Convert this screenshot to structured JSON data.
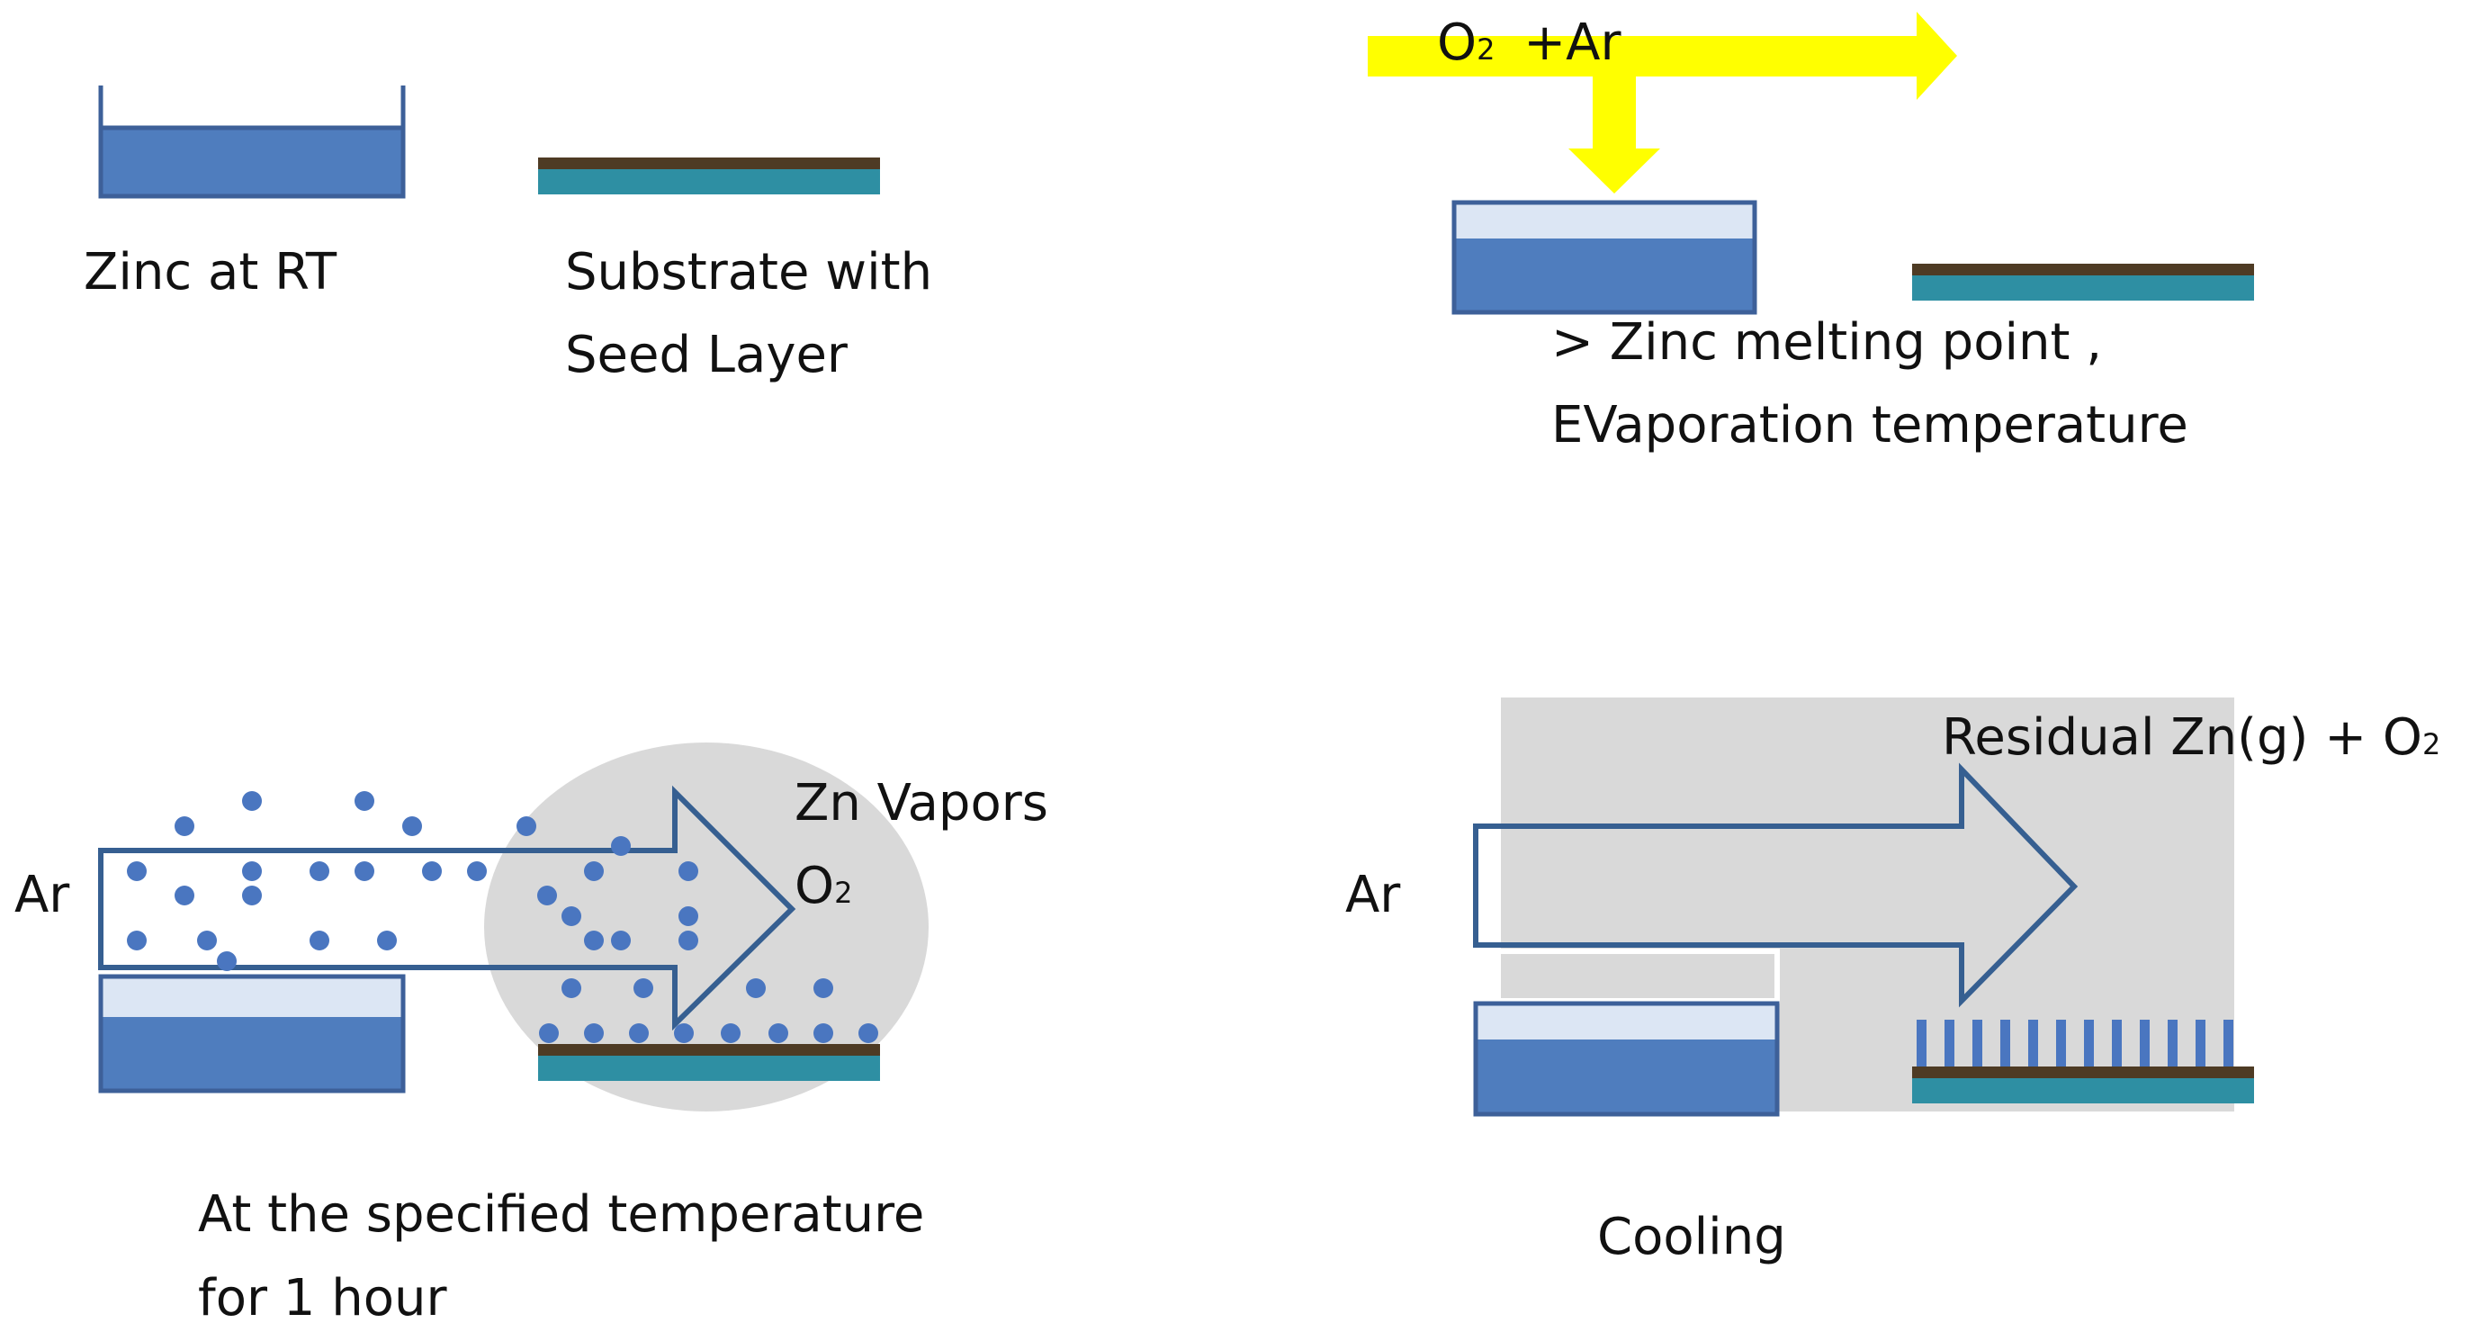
{
  "panel1": {
    "zinc_label": "Zinc at RT",
    "substrate_label_line1": "Substrate with",
    "substrate_label_line2": "Seed Layer"
  },
  "panel2": {
    "gas_main": "O",
    "gas_sub": "2",
    "gas_suffix": "+Ar",
    "note_line1": "> Zinc melting point ,",
    "note_line2": "EVaporation temperature"
  },
  "panel3": {
    "ar_label": "Ar",
    "vapor_label": "Zn Vapors",
    "o2_main": "O",
    "o2_sub": "2",
    "caption_line1": "At the specified temperature",
    "caption_line2": "for 1 hour"
  },
  "panel4": {
    "ar_label": "Ar",
    "residual_prefix": "Residual Zn(g) + O",
    "residual_sub": "2",
    "caption": "Cooling"
  },
  "colors": {
    "zinc_blue": "#4F7DBE",
    "zinc_edge": "#3D6099",
    "melt_top": "#DCE6F4",
    "substrate_teal": "#2E8FA3",
    "seed_brown": "#4E3B24",
    "arrow_yellow": "#FFFF00",
    "arrow_outline": "#365F91",
    "vapor_dot": "#4A76C0",
    "cloud_gray": "#D9D9D9",
    "cooling_gray": "#D9D9D9"
  }
}
